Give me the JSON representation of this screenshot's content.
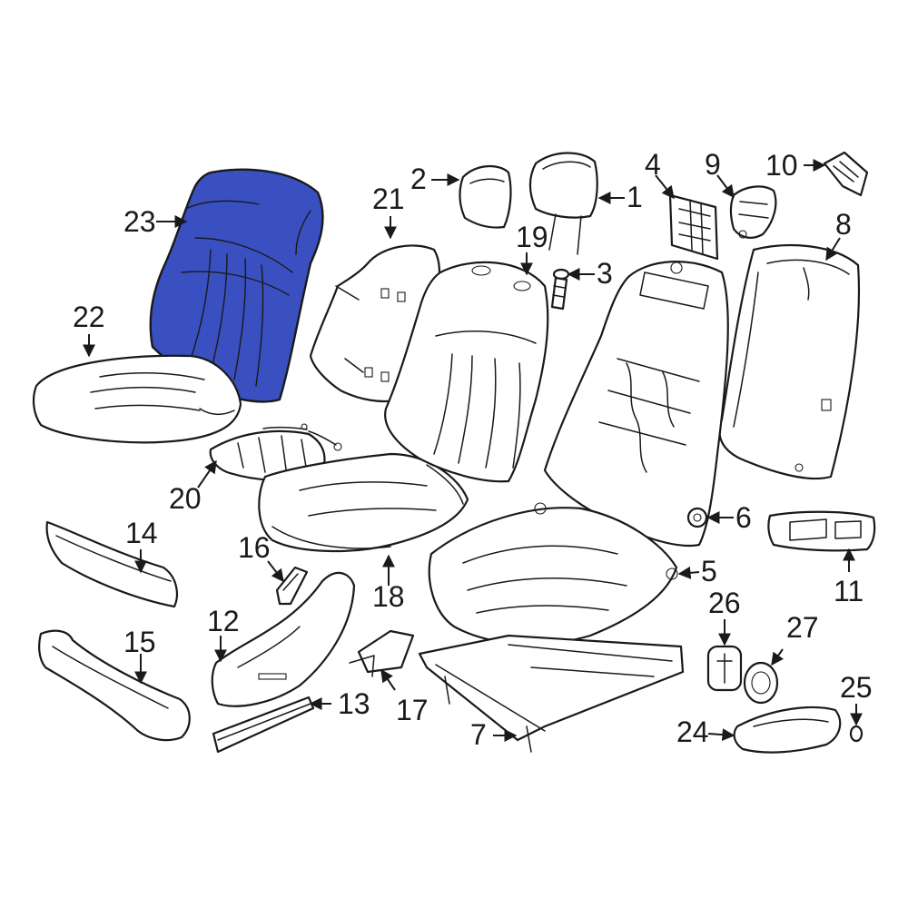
{
  "diagram": {
    "highlight_color": "#3a50c0",
    "callouts": [
      {
        "id": "1",
        "label": "1"
      },
      {
        "id": "2",
        "label": "2"
      },
      {
        "id": "3",
        "label": "3"
      },
      {
        "id": "4",
        "label": "4"
      },
      {
        "id": "5",
        "label": "5"
      },
      {
        "id": "6",
        "label": "6"
      },
      {
        "id": "7",
        "label": "7"
      },
      {
        "id": "8",
        "label": "8"
      },
      {
        "id": "9",
        "label": "9"
      },
      {
        "id": "10",
        "label": "10"
      },
      {
        "id": "11",
        "label": "11"
      },
      {
        "id": "12",
        "label": "12"
      },
      {
        "id": "13",
        "label": "13"
      },
      {
        "id": "14",
        "label": "14"
      },
      {
        "id": "15",
        "label": "15"
      },
      {
        "id": "16",
        "label": "16"
      },
      {
        "id": "17",
        "label": "17"
      },
      {
        "id": "18",
        "label": "18"
      },
      {
        "id": "19",
        "label": "19"
      },
      {
        "id": "20",
        "label": "20"
      },
      {
        "id": "21",
        "label": "21"
      },
      {
        "id": "22",
        "label": "22"
      },
      {
        "id": "23",
        "label": "23"
      },
      {
        "id": "24",
        "label": "24"
      },
      {
        "id": "25",
        "label": "25"
      },
      {
        "id": "26",
        "label": "26"
      },
      {
        "id": "27",
        "label": "27"
      }
    ]
  }
}
